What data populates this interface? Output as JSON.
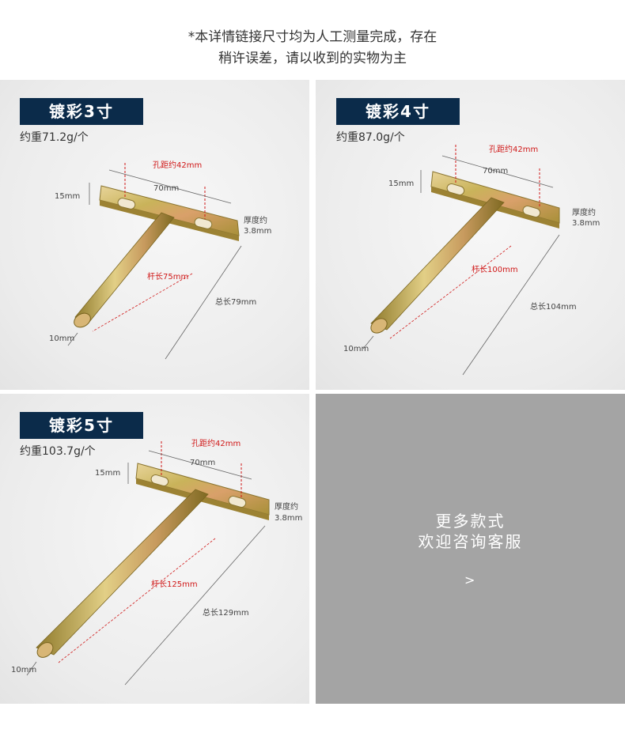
{
  "notice": {
    "line1": "*本详情链接尺寸均为人工测量完成，存在",
    "line2": "稍许误差，请以收到的实物为主"
  },
  "products": [
    {
      "tag": "镀彩3寸",
      "weight": "约重71.2g/个",
      "hole_spacing": "孔距约42mm",
      "plate_length": "70mm",
      "plate_width": "15mm",
      "thickness_label": "厚度约",
      "thickness_value": "3.8mm",
      "rod_length": "杆长75mm",
      "total_length": "总长79mm",
      "rod_diameter": "10mm"
    },
    {
      "tag": "镀彩4寸",
      "weight": "约重87.0g/个",
      "hole_spacing": "孔距约42mm",
      "plate_length": "70mm",
      "plate_width": "15mm",
      "thickness_label": "厚度约",
      "thickness_value": "3.8mm",
      "rod_length": "杆长100mm",
      "total_length": "总长104mm",
      "rod_diameter": "10mm"
    },
    {
      "tag": "镀彩5寸",
      "weight": "约重103.7g/个",
      "hole_spacing": "孔距约42mm",
      "plate_length": "70mm",
      "plate_width": "15mm",
      "thickness_label": "厚度约",
      "thickness_value": "3.8mm",
      "rod_length": "杆长125mm",
      "total_length": "总长129mm",
      "rod_diameter": "10mm"
    }
  ],
  "more": {
    "line1": "更多款式",
    "line2": "欢迎咨询客服",
    "arrow": ">"
  },
  "colors": {
    "tag_bg": "#0b2b4a",
    "more_bg": "#a4a4a4",
    "dimension_red": "#d01818"
  }
}
